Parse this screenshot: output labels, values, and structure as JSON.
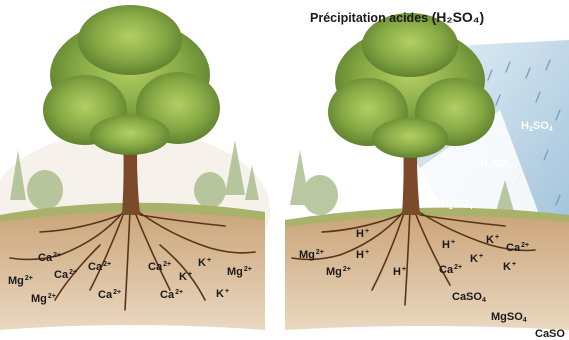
{
  "title": {
    "text": "Précipitation acides",
    "formula": "(H₂SO₄)"
  },
  "left_panel": {
    "ions": [
      {
        "base": "Ca",
        "sup": "2+"
      },
      {
        "base": "Mg",
        "sup": "2+"
      },
      {
        "base": "Ca",
        "sup": "2+"
      },
      {
        "base": "Ca",
        "sup": "2+"
      },
      {
        "base": "K",
        "sup": "+"
      },
      {
        "base": "Mg",
        "sup": "2+"
      },
      {
        "base": "K",
        "sup": "+"
      },
      {
        "base": "Ca",
        "sup": "2+"
      },
      {
        "base": "Mg",
        "sup": "2+"
      },
      {
        "base": "Ca",
        "sup": "2+"
      },
      {
        "base": "Ca",
        "sup": "2+"
      },
      {
        "base": "K",
        "sup": "+"
      }
    ]
  },
  "right_panel": {
    "rain_labels": [
      {
        "base": "H",
        "sub": "2",
        "rest": "SO",
        "sub2": "4"
      },
      {
        "base": "H",
        "sub": "2",
        "rest": "SO",
        "sub2": "4"
      },
      {
        "base": "H",
        "sub": "2",
        "rest": "SO",
        "sub2": "4"
      }
    ],
    "ions": [
      {
        "base": "H",
        "sup": "+"
      },
      {
        "base": "Mg",
        "sup": "2+"
      },
      {
        "base": "H",
        "sup": "+"
      },
      {
        "base": "Mg",
        "sup": "2+"
      },
      {
        "base": "H",
        "sup": "+"
      },
      {
        "base": "H",
        "sup": "+"
      },
      {
        "base": "K",
        "sup": "+"
      },
      {
        "base": "Ca",
        "sup": "2+"
      },
      {
        "base": "K",
        "sup": "+"
      },
      {
        "base": "Ca",
        "sup": "2+"
      },
      {
        "base": "K",
        "sup": "+"
      }
    ],
    "salts": [
      {
        "base": "CaSO",
        "sub": "4"
      },
      {
        "base": "MgSO",
        "sub": "4"
      },
      {
        "base": "CaSO",
        "sub": ""
      }
    ]
  },
  "colors": {
    "sky": "#cfe2ee",
    "rain": "#6f9fc4",
    "soil": "#c79c6d",
    "grass": "#a8b26a",
    "foliage": "#7ea03f",
    "trunk": "#7a4a2a",
    "roots": "#5a3418"
  }
}
